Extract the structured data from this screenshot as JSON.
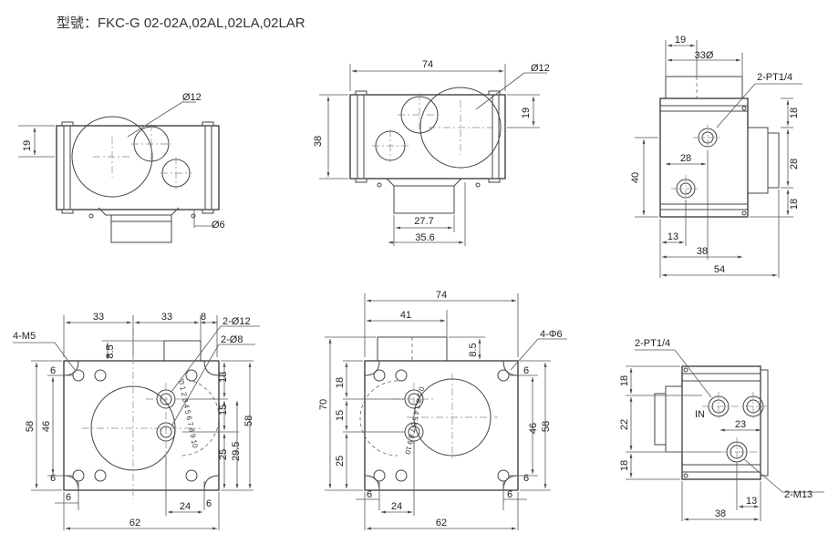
{
  "title": "型號：FKC-G 02-02A,02AL,02LA,02LAR",
  "view1": {
    "d12": "Ø12",
    "d19": "19",
    "d6": "Ø6"
  },
  "view2": {
    "d74": "74",
    "d12": "Ø12",
    "d38": "38",
    "d19": "19",
    "d27_7": "27.7",
    "d35_6": "35.6"
  },
  "view3": {
    "d19": "19",
    "d33": "33Ø",
    "port": "2-PT1/4",
    "d18a": "18",
    "d28v": "28",
    "d18b": "18",
    "d28": "28",
    "d40": "40",
    "d13": "13",
    "d38": "38",
    "d54": "54"
  },
  "view4": {
    "m5": "4-M5",
    "d33a": "33",
    "d33b": "33",
    "d8": "8",
    "d2_12": "2-Ø12",
    "d2_8": "2-Ø8",
    "d8_5": "8.5",
    "d6a": "6",
    "d18": "18",
    "d15": "15",
    "d58l": "58",
    "d46": "46",
    "d6b": "6",
    "d25": "25",
    "d29_5": "29.5",
    "d58r": "58",
    "d6c": "6",
    "d24": "24",
    "d6d": "6",
    "d62": "62",
    "arc": "0 1 2 3 4 5 6 7 8 9 10"
  },
  "view5": {
    "d74": "74",
    "d41": "41",
    "d6_4": "4-Φ6",
    "d8_5": "8.5",
    "d70": "70",
    "d18": "18",
    "d15": "15",
    "d25": "25",
    "d6r": "6",
    "d46": "46",
    "d58": "58",
    "d6b": "6",
    "d6c": "6",
    "d24": "24",
    "d6d": "6",
    "d62": "62",
    "arc": "0 1 2 3 4 5 6 7 8 9 10"
  },
  "view6": {
    "port": "2-PT1/4",
    "d18a": "18",
    "d22": "22",
    "d18b": "18",
    "in": "IN",
    "d23": "23",
    "m13": "2-M13",
    "d13": "13",
    "d38": "38"
  }
}
